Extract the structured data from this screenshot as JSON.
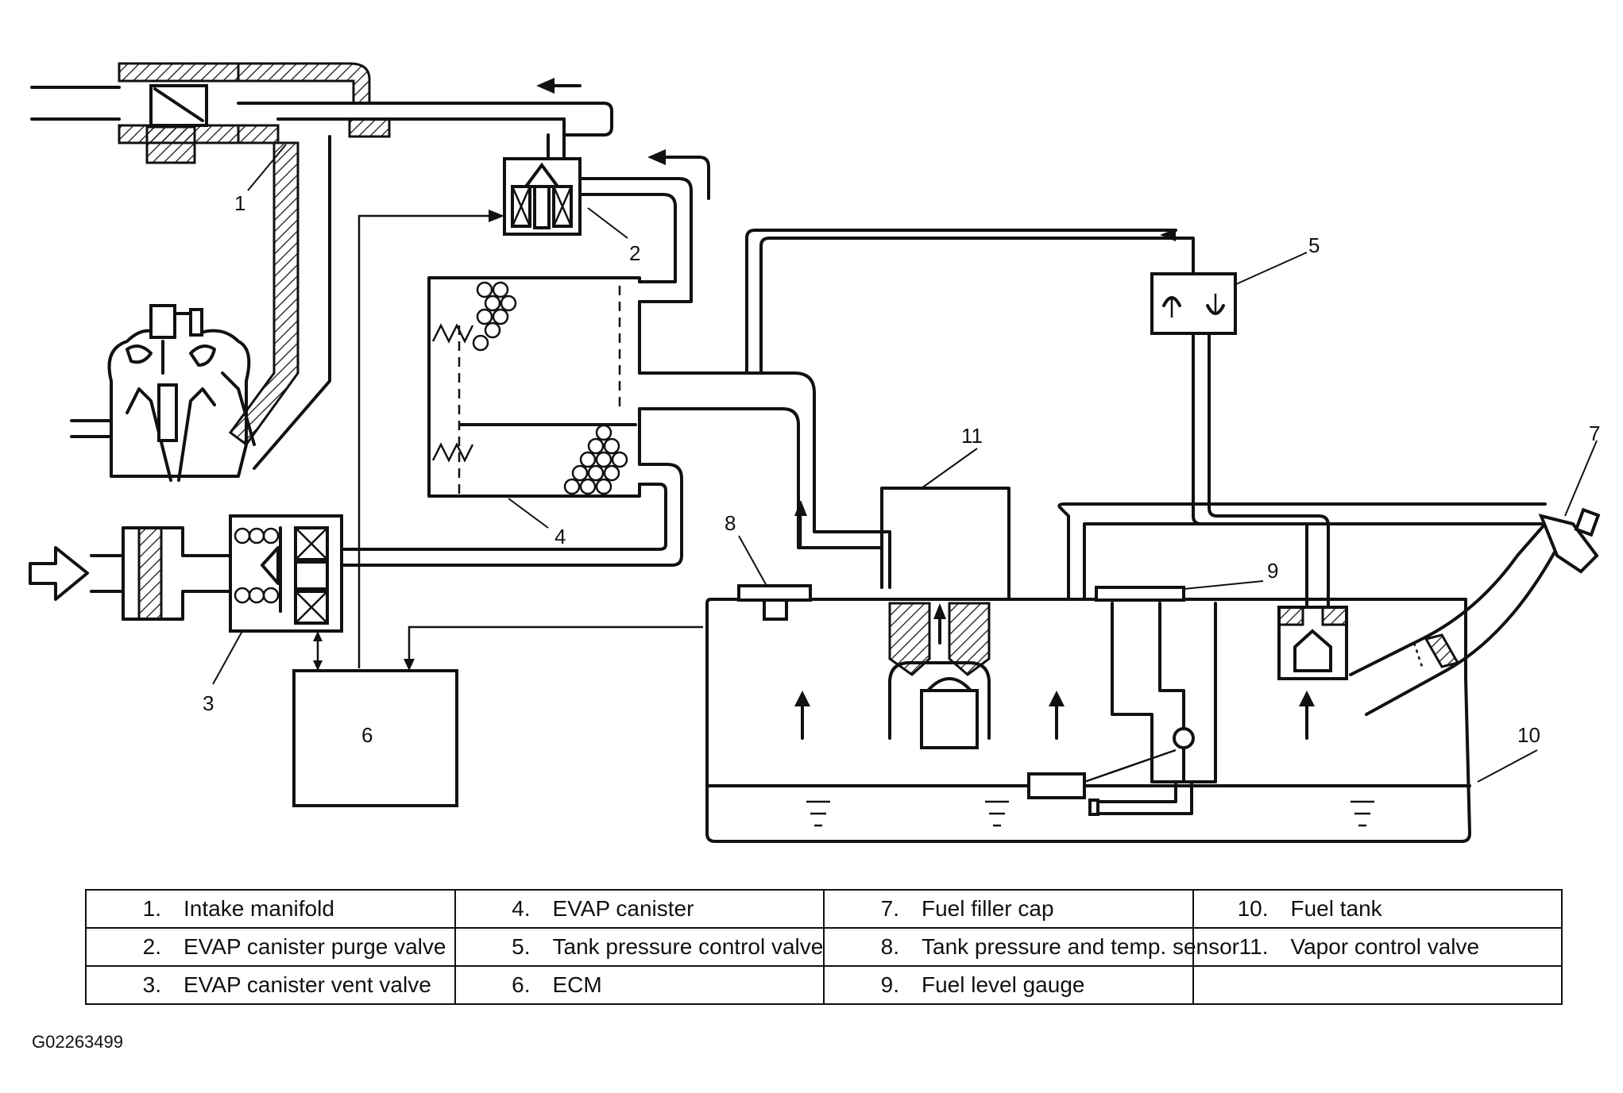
{
  "callouts": {
    "c1": "1",
    "c2": "2",
    "c3": "3",
    "c4": "4",
    "c5": "5",
    "c6": "6",
    "c7": "7",
    "c8": "8",
    "c9": "9",
    "c10": "10",
    "c11": "11"
  },
  "legend": {
    "rows": [
      [
        {
          "num": "1.",
          "label": "Intake manifold"
        },
        {
          "num": "4.",
          "label": "EVAP canister"
        },
        {
          "num": "7.",
          "label": "Fuel filler cap"
        },
        {
          "num": "10.",
          "label": "Fuel tank"
        }
      ],
      [
        {
          "num": "2.",
          "label": "EVAP canister purge valve"
        },
        {
          "num": "5.",
          "label": "Tank pressure control valve"
        },
        {
          "num": "8.",
          "label": "Tank pressure and temp. sensor"
        },
        {
          "num": "11.",
          "label": "Vapor control valve"
        }
      ],
      [
        {
          "num": "3.",
          "label": "EVAP canister vent valve"
        },
        {
          "num": "6.",
          "label": "ECM"
        },
        {
          "num": "9.",
          "label": "Fuel level gauge"
        },
        {
          "num": "",
          "label": ""
        }
      ]
    ]
  },
  "figure_id": "G02263499"
}
